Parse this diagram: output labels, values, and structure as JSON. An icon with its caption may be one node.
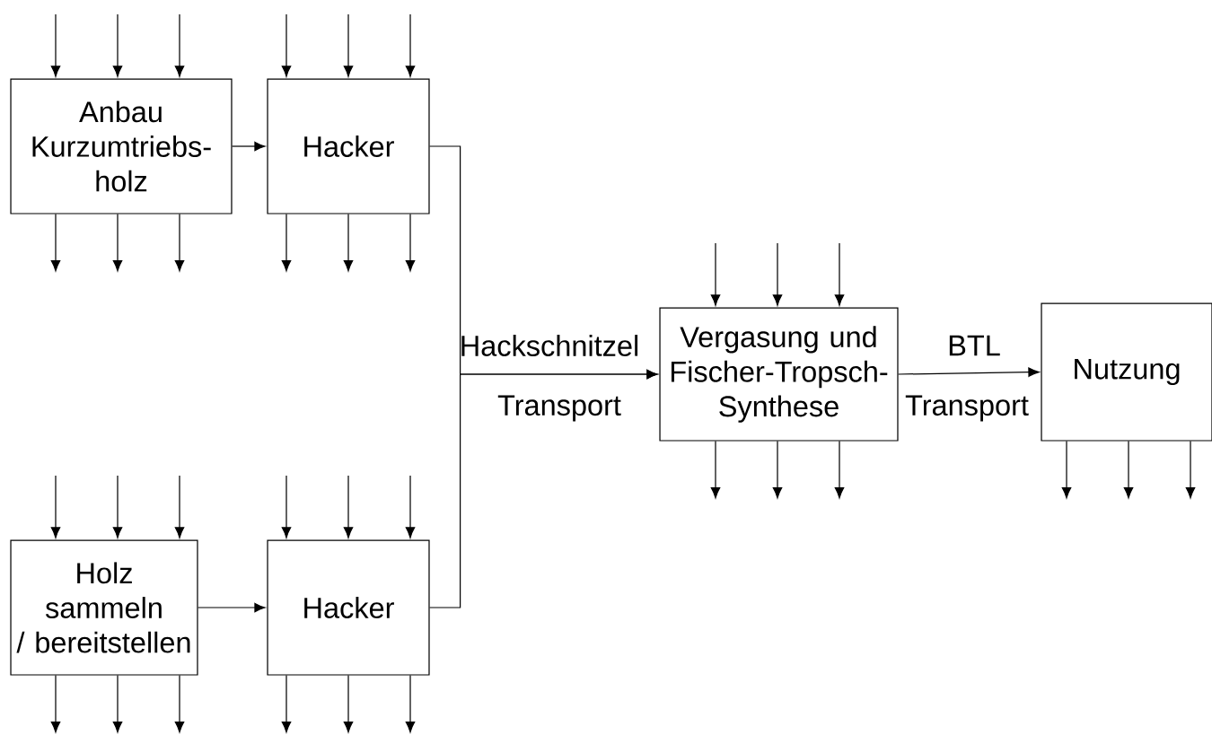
{
  "diagram": {
    "nodes": [
      {
        "text": [
          "Anbau Kurzumtriebs- holz"
        ]
      },
      {
        "text": [
          "Hacker"
        ]
      },
      {
        "text": [
          "Holz sammeln / bereitstellen"
        ]
      },
      {
        "text": [
          "Hacker"
        ]
      },
      {
        "text": [
          "Vergasung und Fischer-Tropsch-Synthese"
        ]
      },
      {
        "text": [
          "Nutzung"
        ]
      }
    ],
    "edges": [
      {
        "from": 0,
        "to": 1,
        "arrow": "to"
      },
      {
        "from": 2,
        "to": 3,
        "arrow": "to"
      },
      {
        "from": 1,
        "to": 4,
        "arrow": "to"
      },
      {
        "from": 3,
        "to": 4,
        "arrow": "to"
      },
      {
        "from": 4,
        "to": 5,
        "arrow": "to"
      },
      {
        "from": null,
        "to": 0,
        "arrow": "to"
      },
      {
        "from": null,
        "to": 0,
        "arrow": "to"
      },
      {
        "from": null,
        "to": 0,
        "arrow": "to"
      },
      {
        "from": 0,
        "to": null,
        "arrow": "to"
      },
      {
        "from": 0,
        "to": null,
        "arrow": "to"
      },
      {
        "from": 0,
        "to": null,
        "arrow": "to"
      },
      {
        "from": null,
        "to": 1,
        "arrow": "to"
      },
      {
        "from": null,
        "to": 1,
        "arrow": "to"
      },
      {
        "from": null,
        "to": 1,
        "arrow": "to"
      },
      {
        "from": 1,
        "to": null,
        "arrow": "to"
      },
      {
        "from": 1,
        "to": null,
        "arrow": "to"
      },
      {
        "from": 1,
        "to": null,
        "arrow": "to"
      },
      {
        "from": null,
        "to": 2,
        "arrow": "to"
      },
      {
        "from": null,
        "to": 2,
        "arrow": "to"
      },
      {
        "from": null,
        "to": 2,
        "arrow": "to"
      },
      {
        "from": 2,
        "to": null,
        "arrow": "to"
      },
      {
        "from": 2,
        "to": null,
        "arrow": "to"
      },
      {
        "from": 2,
        "to": null,
        "arrow": "to"
      },
      {
        "from": null,
        "to": 3,
        "arrow": "to"
      },
      {
        "from": null,
        "to": 3,
        "arrow": "to"
      },
      {
        "from": null,
        "to": 3,
        "arrow": "to"
      },
      {
        "from": 3,
        "to": null,
        "arrow": "to"
      },
      {
        "from": 3,
        "to": null,
        "arrow": "to"
      },
      {
        "from": 3,
        "to": null,
        "arrow": "to"
      },
      {
        "from": null,
        "to": 4,
        "arrow": "to"
      },
      {
        "from": null,
        "to": 4,
        "arrow": "to"
      },
      {
        "from": null,
        "to": 4,
        "arrow": "to"
      },
      {
        "from": 4,
        "to": null,
        "arrow": "to"
      },
      {
        "from": 4,
        "to": null,
        "arrow": "to"
      },
      {
        "from": 4,
        "to": null,
        "arrow": "to"
      },
      {
        "from": 5,
        "to": null,
        "arrow": "to"
      },
      {
        "from": 5,
        "to": null,
        "arrow": "to"
      },
      {
        "from": 5,
        "to": null,
        "arrow": "to"
      }
    ],
    "labels": [
      "Hackschnitzel",
      "Transport",
      "BTL",
      "Transport"
    ]
  }
}
